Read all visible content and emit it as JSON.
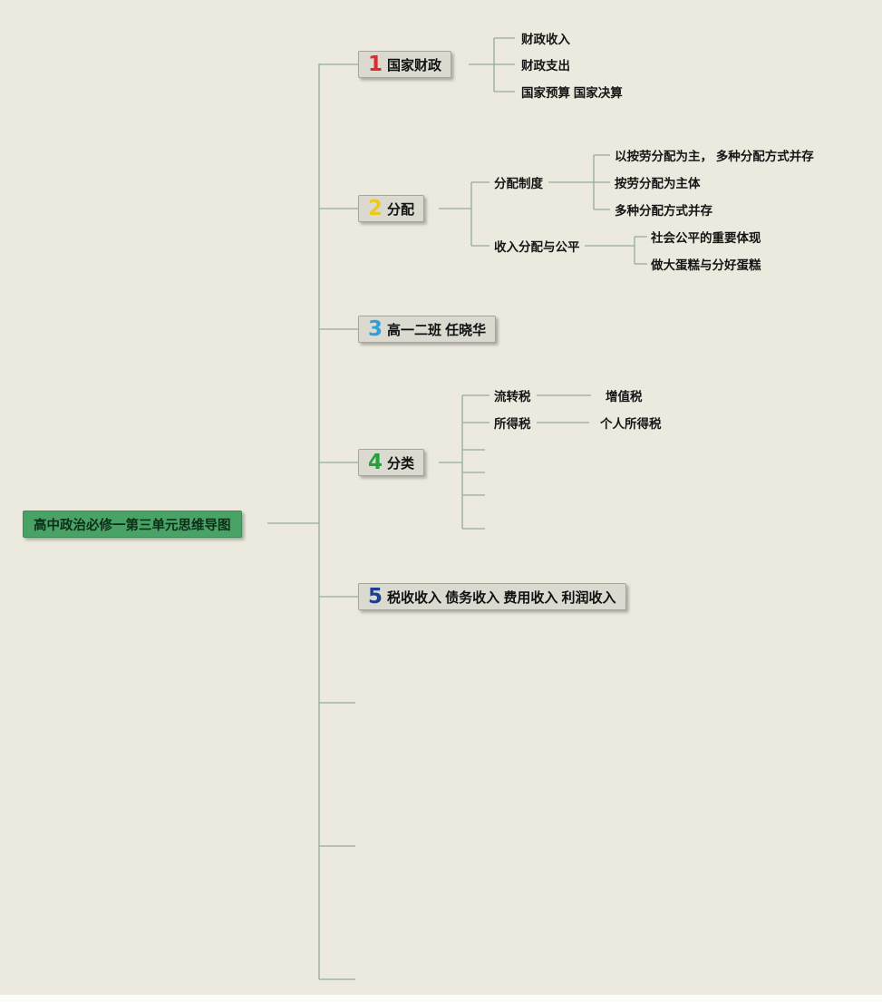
{
  "root": {
    "label": "高中政治必修一第三单元思维导图"
  },
  "branches": [
    {
      "num": "1",
      "num_color": "#df2b2b",
      "label": "国家财政",
      "children": [
        {
          "label": "财政收入"
        },
        {
          "label": "财政支出"
        },
        {
          "label": "国家预算 国家决算"
        }
      ]
    },
    {
      "num": "2",
      "num_color": "#eec91c",
      "label": "分配",
      "children": [
        {
          "label": "分配制度",
          "children": [
            {
              "label": "以按劳分配为主， 多种分配方式并存"
            },
            {
              "label": "按劳分配为主体"
            },
            {
              "label": "多种分配方式并存"
            }
          ]
        },
        {
          "label": "收入分配与公平",
          "children": [
            {
              "label": "社会公平的重要体现"
            },
            {
              "label": "做大蛋糕与分好蛋糕"
            }
          ]
        }
      ]
    },
    {
      "num": "3",
      "num_color": "#2d9fdb",
      "label": "高一二班 任晓华",
      "children": []
    },
    {
      "num": "4",
      "num_color": "#21a23e",
      "label": "分类",
      "children": [
        {
          "label": "流转税",
          "children": [
            {
              "label": "增值税"
            }
          ]
        },
        {
          "label": "所得税",
          "children": [
            {
              "label": "个人所得税"
            }
          ]
        }
      ]
    },
    {
      "num": "5",
      "num_color": "#1d3f8f",
      "label": "税收收入 债务收入 费用收入 利润收入",
      "children": []
    }
  ],
  "colors": {
    "background": "#ece9de",
    "connector": "#95ab9d",
    "branch_node_bg": "#dadad1",
    "branch_node_border": "#a6a69a",
    "root_bg": "#4aa366",
    "root_border": "#3e8b56",
    "text": "#111111"
  }
}
